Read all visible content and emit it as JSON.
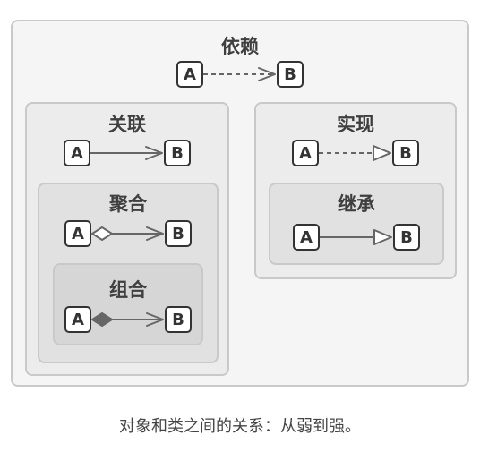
{
  "colors": {
    "line": "#666666",
    "node_border": "#333333",
    "filled_diamond": "#666666"
  },
  "dependency": {
    "title": "依赖",
    "source": "A",
    "target": "B",
    "edge": {
      "line": "dashed",
      "head": "open-arrow"
    }
  },
  "association": {
    "title": "关联",
    "source": "A",
    "target": "B",
    "edge": {
      "line": "solid",
      "head": "open-arrow"
    }
  },
  "aggregation": {
    "title": "聚合",
    "source": "A",
    "target": "B",
    "edge": {
      "line": "solid",
      "head": "open-arrow",
      "tail": "hollow-diamond"
    }
  },
  "composition": {
    "title": "组合",
    "source": "A",
    "target": "B",
    "edge": {
      "line": "solid",
      "head": "open-arrow",
      "tail": "filled-diamond"
    }
  },
  "realization": {
    "title": "实现",
    "source": "A",
    "target": "B",
    "edge": {
      "line": "dashed",
      "head": "hollow-triangle"
    }
  },
  "inheritance": {
    "title": "继承",
    "source": "A",
    "target": "B",
    "edge": {
      "line": "solid",
      "head": "hollow-triangle"
    }
  },
  "caption": "对象和类之间的关系：从弱到强。"
}
